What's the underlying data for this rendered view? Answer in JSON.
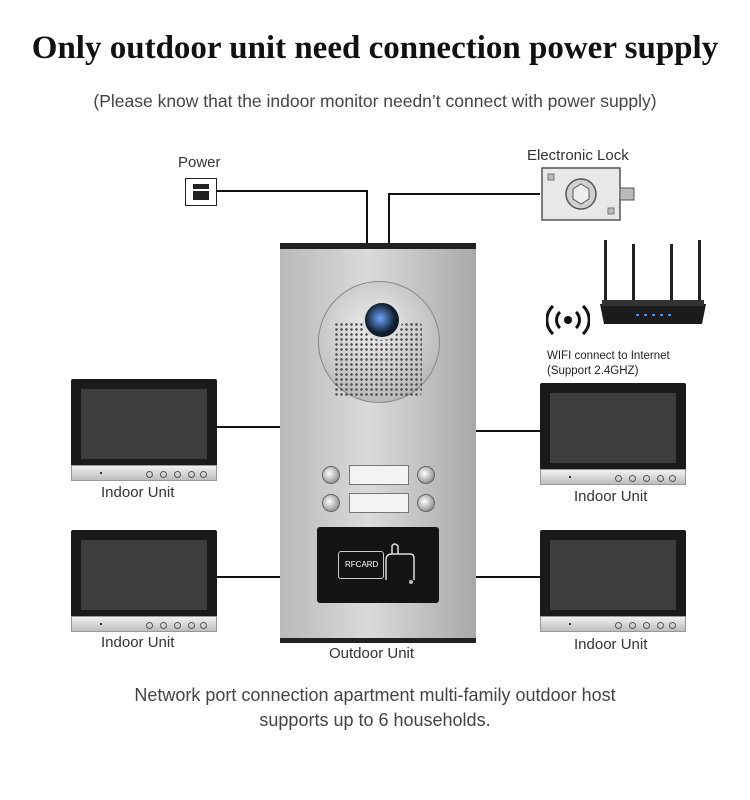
{
  "title": "Only outdoor unit need connection power supply",
  "subtitle": "(Please know that the indoor monitor needn’t connect with power supply)",
  "labels": {
    "power": "Power",
    "lock": "Electronic Lock",
    "wifi_line1": "WIFI connect to Internet",
    "wifi_line2": "(Support 2.4GHZ)",
    "indoor_top_left": "Indoor Unit",
    "indoor_top_right": "Indoor Unit",
    "indoor_bottom_left": "Indoor Unit",
    "indoor_bottom_right": "Indoor Unit",
    "outdoor": "Outdoor Unit",
    "rfcard": "RFCARD"
  },
  "footer_line1": "Network port connection apartment multi-family outdoor host",
  "footer_line2": "supports up to 6 households.",
  "icons": [
    "power-adapter-icon",
    "electronic-lock-icon",
    "router-icon",
    "wifi-signal-icon"
  ]
}
